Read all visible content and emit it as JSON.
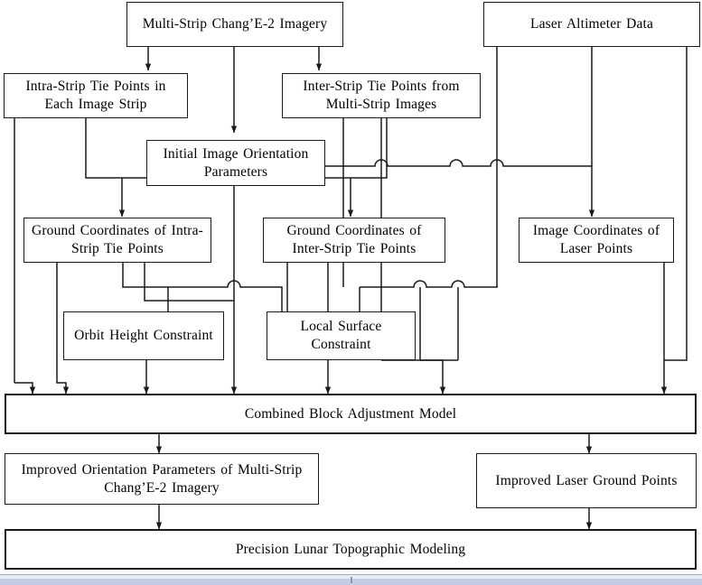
{
  "diagram": {
    "title": "Combined block adjustment workflow for multi-strip Chang'E-2 imagery and laser altimeter data",
    "type": "flowchart",
    "stroke_color": "#1a1a1a",
    "background_color": "#ffffff",
    "accent_strip_color": "#c3cde4",
    "nodes": [
      {
        "id": "multi_strip_imagery",
        "label": "Multi-Strip Chang’E-2 Imagery"
      },
      {
        "id": "laser_altimeter_data",
        "label": "Laser Altimeter Data"
      },
      {
        "id": "intra_strip_tie_points",
        "label": "Intra-Strip Tie Points in Each Image Strip"
      },
      {
        "id": "inter_strip_tie_points",
        "label": "Inter-Strip Tie Points from Multi-Strip Images"
      },
      {
        "id": "initial_orientation",
        "label": "Initial Image Orientation Parameters"
      },
      {
        "id": "ground_coords_intra",
        "label": "Ground Coordinates of Intra-Strip Tie Points"
      },
      {
        "id": "ground_coords_inter",
        "label": "Ground Coordinates of Inter-Strip Tie Points"
      },
      {
        "id": "image_coords_laser",
        "label": "Image Coordinates of Laser Points"
      },
      {
        "id": "orbit_height_constraint",
        "label": "Orbit Height Constraint"
      },
      {
        "id": "local_surface_constraint",
        "label": "Local Surface Constraint"
      },
      {
        "id": "combined_block_adjustment",
        "label": "Combined Block Adjustment Model"
      },
      {
        "id": "improved_orientation",
        "label": "Improved Orientation Parameters of Multi-Strip Chang’E-2 Imagery"
      },
      {
        "id": "improved_laser_points",
        "label": "Improved Laser Ground Points"
      },
      {
        "id": "precision_topo_modeling",
        "label": "Precision Lunar Topographic Modeling"
      }
    ]
  }
}
